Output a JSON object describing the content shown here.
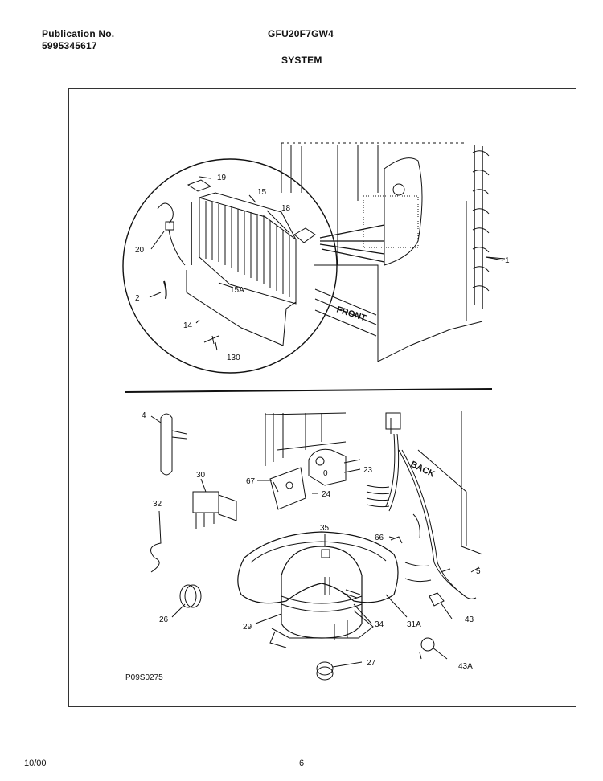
{
  "header": {
    "publication_label": "Publication No.",
    "publication_number": "5995345617",
    "model": "GFU20F7GW4",
    "section": "SYSTEM"
  },
  "footer": {
    "date": "10/00",
    "page": "6"
  },
  "diagram": {
    "figure_code": "P09S0275",
    "callouts_top": [
      "19",
      "15",
      "18",
      "20",
      "15A",
      "2",
      "14",
      "130",
      "1"
    ],
    "text_front": "FRONT",
    "callouts_bottom": [
      "4",
      "30",
      "67",
      "0",
      "23",
      "24",
      "32",
      "35",
      "66",
      "5",
      "26",
      "29",
      "34",
      "31A",
      "43",
      "27",
      "43A"
    ],
    "text_back": "BACK"
  }
}
